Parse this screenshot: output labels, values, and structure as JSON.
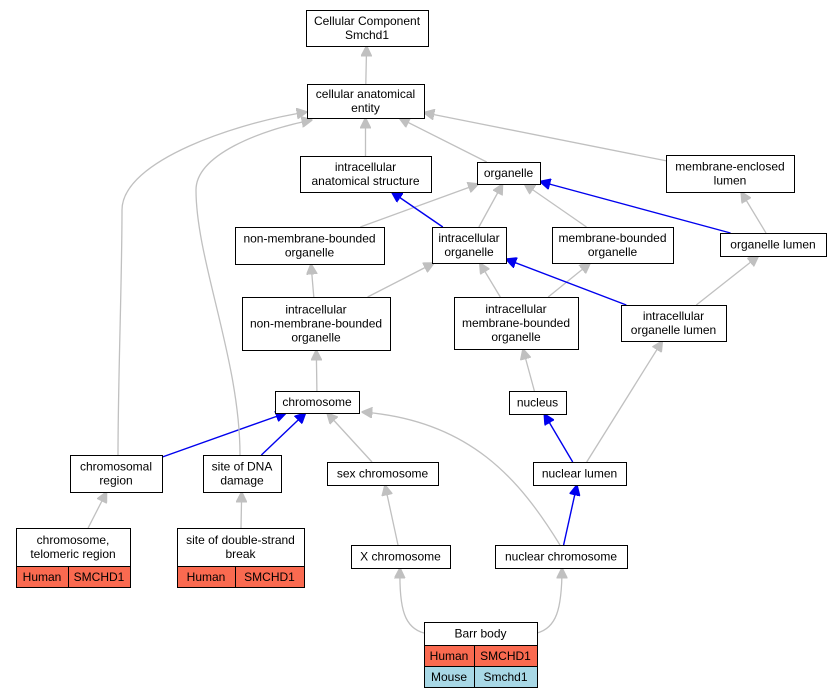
{
  "nodes": {
    "cc_root": [
      "Cellular Component",
      "Smchd1"
    ],
    "cae": [
      "cellular anatomical",
      "entity"
    ],
    "ias": [
      "intracellular",
      "anatomical structure"
    ],
    "organelle": [
      "organelle"
    ],
    "mel": [
      "membrane-enclosed",
      "lumen"
    ],
    "nmbo": [
      "non-membrane-bounded",
      "organelle"
    ],
    "io": [
      "intracellular",
      "organelle"
    ],
    "mbo": [
      "membrane-bounded",
      "organelle"
    ],
    "ol": [
      "organelle lumen"
    ],
    "inmbo": [
      "intracellular",
      "non-membrane-bounded",
      "organelle"
    ],
    "imbo": [
      "intracellular",
      "membrane-bounded",
      "organelle"
    ],
    "iol": [
      "intracellular",
      "organelle lumen"
    ],
    "chromosome": [
      "chromosome"
    ],
    "nucleus": [
      "nucleus"
    ],
    "chr_region": [
      "chromosomal",
      "region"
    ],
    "dna_damage": [
      "site of DNA",
      "damage"
    ],
    "sex_chr": [
      "sex chromosome"
    ],
    "nuc_lumen": [
      "nuclear lumen"
    ],
    "telomeric": [
      "chromosome,",
      "telomeric region"
    ],
    "dsb": [
      "site of double-strand",
      "break"
    ],
    "x_chr": [
      "X chromosome"
    ],
    "nuc_chr": [
      "nuclear chromosome"
    ],
    "barr": [
      "Barr body"
    ]
  },
  "annotations": {
    "telomeric": [
      [
        "Human",
        "SMCHD1"
      ]
    ],
    "dsb": [
      [
        "Human",
        "SMCHD1"
      ]
    ],
    "barr": [
      [
        "Human",
        "SMCHD1"
      ],
      [
        "Mouse",
        "Smchd1"
      ]
    ]
  },
  "edges": [
    [
      "cae",
      "cc_root",
      "gray"
    ],
    [
      "ias",
      "cae",
      "gray"
    ],
    [
      "organelle",
      "cae",
      "gray"
    ],
    [
      "mel",
      "cae",
      "gray"
    ],
    [
      "nmbo",
      "organelle",
      "gray"
    ],
    [
      "io",
      "organelle",
      "gray"
    ],
    [
      "mbo",
      "organelle",
      "gray"
    ],
    [
      "ol",
      "organelle",
      "blue"
    ],
    [
      "io",
      "ias",
      "blue"
    ],
    [
      "ol",
      "mel",
      "gray"
    ],
    [
      "inmbo",
      "nmbo",
      "gray"
    ],
    [
      "inmbo",
      "io",
      "gray"
    ],
    [
      "imbo",
      "io",
      "gray"
    ],
    [
      "imbo",
      "mbo",
      "gray"
    ],
    [
      "iol",
      "io",
      "blue"
    ],
    [
      "iol",
      "ol",
      "gray"
    ],
    [
      "chromosome",
      "inmbo",
      "gray"
    ],
    [
      "nucleus",
      "imbo",
      "gray"
    ],
    [
      "chr_region",
      "chromosome",
      "blue"
    ],
    [
      "dna_damage",
      "chromosome",
      "blue"
    ],
    [
      "sex_chr",
      "chromosome",
      "gray"
    ],
    [
      "nuc_chr",
      "chromosome",
      "gray"
    ],
    [
      "chr_region",
      "cae",
      "gray"
    ],
    [
      "dna_damage",
      "cae",
      "gray"
    ],
    [
      "nuc_lumen",
      "nucleus",
      "blue"
    ],
    [
      "nuc_lumen",
      "iol",
      "gray"
    ],
    [
      "telomeric",
      "chr_region",
      "gray"
    ],
    [
      "dsb",
      "dna_damage",
      "gray"
    ],
    [
      "x_chr",
      "sex_chr",
      "gray"
    ],
    [
      "nuc_chr",
      "nuc_lumen",
      "blue"
    ],
    [
      "barr",
      "x_chr",
      "gray"
    ],
    [
      "barr",
      "nuc_chr",
      "gray"
    ]
  ],
  "colors": {
    "human": "#fa6a50",
    "mouse": "#a8d8e6",
    "is_a_edge": "#c0c0c0",
    "part_of_edge": "#0000ee"
  }
}
